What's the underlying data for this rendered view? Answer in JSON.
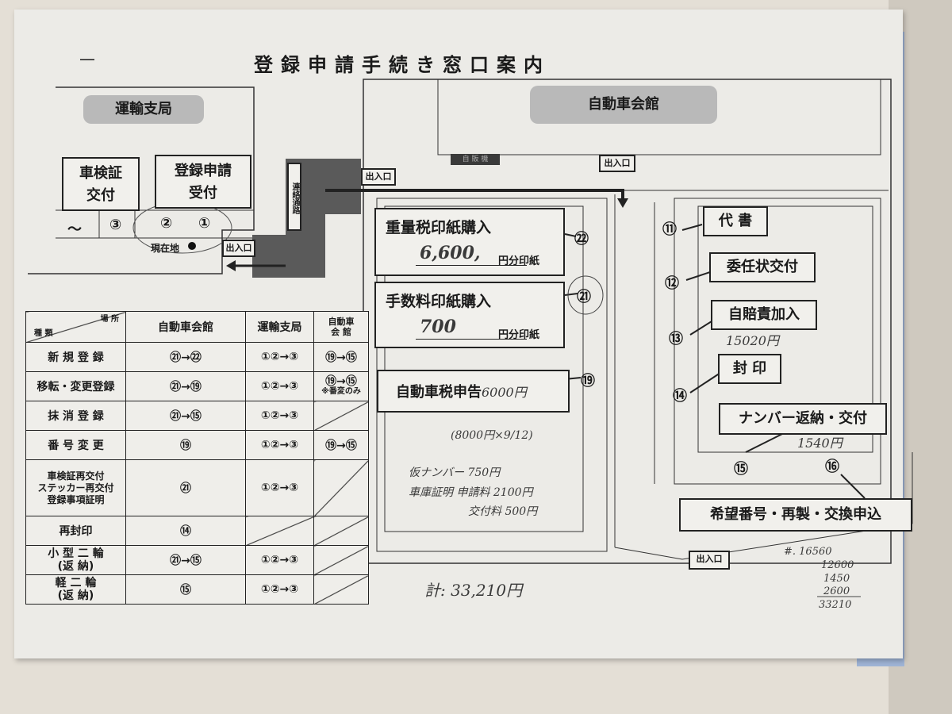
{
  "document": {
    "title": "登録申請手続き窓口案内",
    "dash": "—"
  },
  "left_building": {
    "label": "運輸支局",
    "callout_shaken": "車検証\n交付",
    "callout_touroku": "登録申請\n受付",
    "windows": [
      "～",
      "③",
      "②",
      "①"
    ],
    "current_location": "現在地",
    "exit": "出入口",
    "corridor": "連絡通路"
  },
  "right_building": {
    "label": "自動車会館",
    "hallway": "自 販 機",
    "exits": [
      "出入口",
      "出入口",
      "出入口"
    ]
  },
  "left_counters": [
    {
      "label": "重量税印紙購入",
      "number": "㉒",
      "suffix": "円分印紙",
      "handwritten": "6,600,"
    },
    {
      "label": "手数料印紙購入",
      "number": "㉑",
      "suffix": "円分印紙",
      "handwritten": "700"
    },
    {
      "label": "自動車税申告",
      "number": "⑲",
      "handwritten": "6000円"
    }
  ],
  "right_counters": [
    {
      "number": "⑪",
      "label": "代 書"
    },
    {
      "number": "⑫",
      "label": "委任状交付"
    },
    {
      "number": "⑬",
      "label": "自賠責加入",
      "handwritten": "15020円"
    },
    {
      "number": "⑭",
      "label": "封 印"
    },
    {
      "number": "⑮",
      "label": "ナンバー返納・交付",
      "handwritten": "1540円"
    },
    {
      "number": "⑯",
      "label": "希望番号・再製・交換申込"
    }
  ],
  "handwritten_notes": {
    "tax_calc": "(8000円×9/12)",
    "line1": "仮ナンバー 750円",
    "line2": "車庫証明 申請料 2100円",
    "line3": "交付料 500円",
    "total": "計: 33,210円",
    "sum_lines": [
      "#. 16560",
      "12600",
      "1450",
      "2600",
      "33210"
    ]
  },
  "table": {
    "header": {
      "place": "場 所",
      "kind": "種 類",
      "col1": "自動車会館",
      "col2": "運輸支局",
      "col3": "自動車\n会 館"
    },
    "rows": [
      {
        "name": "新 規 登 録",
        "c1": "㉑→㉒",
        "c2": "①②→③",
        "c3": "⑲→⑮"
      },
      {
        "name": "移転・変更登録",
        "c1": "㉑→⑲",
        "c2": "①②→③",
        "c3": "⑲→⑮",
        "c3_note": "※番変のみ"
      },
      {
        "name": "抹 消 登 録",
        "c1": "㉑→⑮",
        "c2": "①②→③",
        "c3": ""
      },
      {
        "name": "番 号 変 更",
        "c1": "⑲",
        "c2": "①②→③",
        "c3": "⑲→⑮"
      },
      {
        "name": "車検証再交付\nステッカー再交付\n登録事項証明",
        "c1": "㉑",
        "c2": "①②→③",
        "c3": ""
      },
      {
        "name": "再封印",
        "c1": "⑭",
        "c2": "",
        "c3": ""
      },
      {
        "name": "小 型 二 輪\n(返 納)",
        "c1": "㉑→⑮",
        "c2": "①②→③",
        "c3": ""
      },
      {
        "name": "軽 二 輪\n(返 納)",
        "c1": "⑮",
        "c2": "①②→③",
        "c3": ""
      }
    ]
  },
  "colors": {
    "paper": "#ecebe7",
    "label_gray": "#b9b9b9",
    "corridor_gray": "#5a5a5a",
    "ink": "#1a1a1a"
  }
}
